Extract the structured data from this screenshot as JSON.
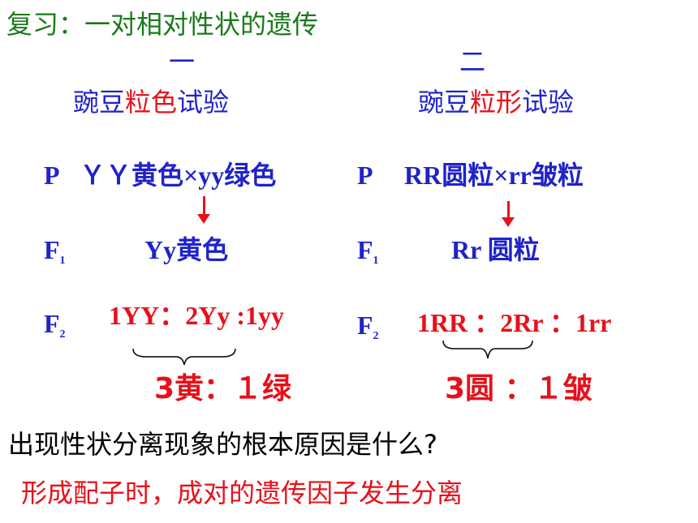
{
  "title": "复习：一对相对性状的遗传",
  "left": {
    "number": "一",
    "heading_part1": "豌豆",
    "heading_part2": "粒色",
    "heading_part3": "试验",
    "p_label": "P",
    "p_cross": "ＹＹ黄色×yy绿色",
    "f1_label": "F",
    "f1_sub": "1",
    "f1_value": "Yy黄色",
    "f2_label": "F",
    "f2_sub": "2",
    "f2_value": "1YY：2Yy :1yy",
    "ratio": "3黄：１绿"
  },
  "right": {
    "number": "二",
    "heading_part1": "豌豆",
    "heading_part2": "粒形",
    "heading_part3": "试验",
    "p_label": "P",
    "p_cross": "RR圆粒×rr皱粒",
    "f1_label": "F",
    "f1_sub": "1",
    "f1_value": "Rr 圆粒",
    "f2_label": "F",
    "f2_sub": "2",
    "f2_value": "1RR ：2Rr ：1rr",
    "ratio": "3圆 ：１皱"
  },
  "question": "出现性状分离现象的根本原因是什么?",
  "answer": "形成配子时，成对的遗传因子发生分离",
  "colors": {
    "title": "#1a7a1a",
    "blue": "#1f23c8",
    "red": "#e8101a",
    "black": "#000000"
  }
}
